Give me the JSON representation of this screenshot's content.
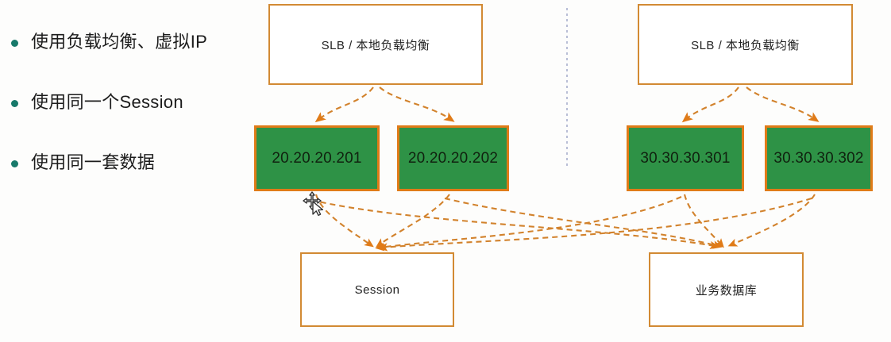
{
  "slide": {
    "background_color": "#fdfdfc",
    "bullets": [
      {
        "text": "使用负载均衡、虚拟IP"
      },
      {
        "text": "使用同一个Session"
      },
      {
        "text": "使用同一套数据"
      }
    ],
    "bullet_color": "#17796a",
    "divider": {
      "style": "dotted-vertical",
      "color": "#b9bed6"
    },
    "colors": {
      "box_border": "#d28a33",
      "node_border": "#e07b18",
      "node_fill": "#2e9246",
      "connector": "#d2822c"
    },
    "boxes": {
      "slb_left": {
        "label": "SLB / 本地负载均衡"
      },
      "slb_right": {
        "label": "SLB / 本地负载均衡"
      },
      "node_1": {
        "label": "20.20.20.201"
      },
      "node_2": {
        "label": "20.20.20.202"
      },
      "node_3": {
        "label": "30.30.30.301"
      },
      "node_4": {
        "label": "30.30.30.302"
      },
      "store_left": {
        "label": "Session"
      },
      "store_right": {
        "label": "业务数据库"
      }
    },
    "cursor": {
      "icon": "move-cursor"
    }
  }
}
